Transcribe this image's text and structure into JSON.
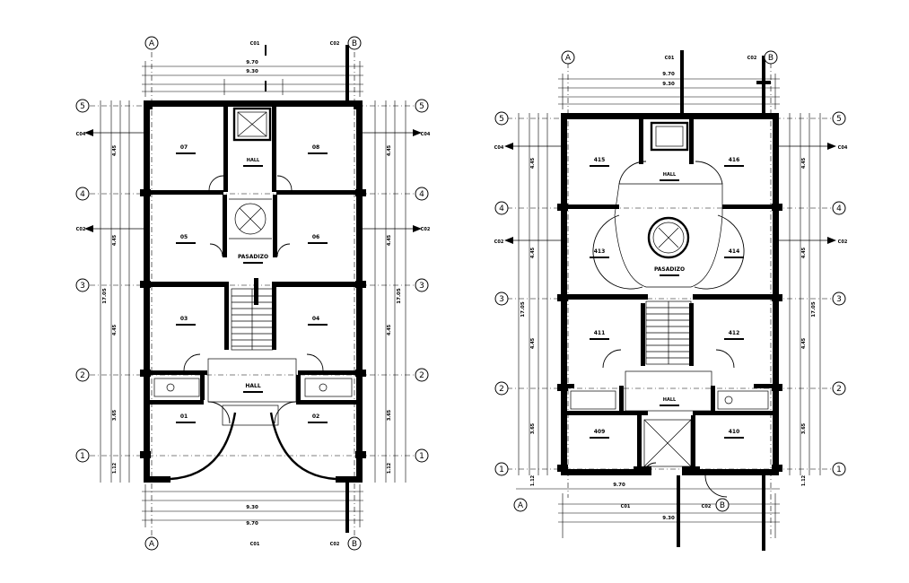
{
  "plan_a": {
    "grid_letters": [
      "A",
      "B"
    ],
    "grid_numbers": [
      "5",
      "4",
      "3",
      "2",
      "1"
    ],
    "total_width": "9.70",
    "inner_width": "9.30",
    "total_depth": "17.05",
    "columns": [
      "C01",
      "C02",
      "C04",
      "C02"
    ],
    "bay_dims": [
      "4.45",
      "4.45",
      "4.45",
      "3.65",
      "1.12"
    ],
    "rooms": [
      "07",
      "08",
      "05",
      "06",
      "03",
      "04",
      "01",
      "02"
    ],
    "spaces": [
      "HALL",
      "PASADIZO",
      "HALL"
    ]
  },
  "plan_b": {
    "grid_letters": [
      "A",
      "B"
    ],
    "grid_numbers": [
      "5",
      "4",
      "3",
      "2",
      "1"
    ],
    "total_width": "9.70",
    "inner_width": "9.30",
    "total_depth": "17.05",
    "columns": [
      "C01",
      "C02",
      "C04",
      "C02"
    ],
    "bay_dims": [
      "4.45",
      "4.45",
      "4.45",
      "3.65",
      "1.12"
    ],
    "rooms": [
      "415",
      "416",
      "413",
      "414",
      "411",
      "412",
      "409",
      "410"
    ],
    "spaces": [
      "HALL",
      "PASADIZO",
      "HALL"
    ]
  }
}
